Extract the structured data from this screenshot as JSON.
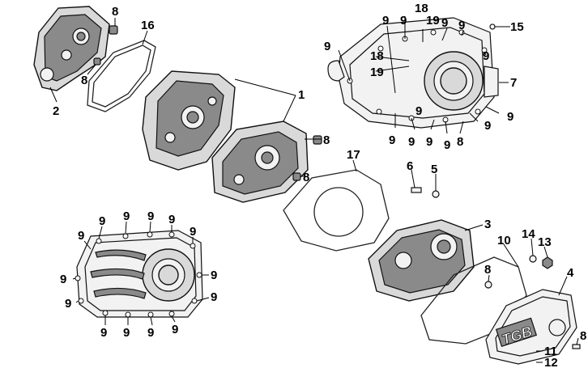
{
  "callouts": {
    "c8_top": "8",
    "c16": "16",
    "c8_left": "8",
    "c2": "2",
    "c1": "1",
    "c8_mid": "8",
    "c8_crank": "8",
    "c17": "17",
    "c9_a": "9",
    "c18_a": "18",
    "c19_a": "19",
    "c9_b": "9",
    "c9_c": "9",
    "c15": "15",
    "c9_d": "9",
    "c18_b": "18",
    "c19_b": "19",
    "c9_e": "9",
    "c7": "7",
    "c9_f": "9",
    "c9_g": "9",
    "c9_h": "9",
    "c9_i": "9",
    "c9_j": "9",
    "c9_k": "9",
    "c8_right": "8",
    "c6": "6",
    "c5": "5",
    "c3": "3",
    "c14": "14",
    "c13": "13",
    "c10": "10",
    "c4": "4",
    "c8_cvt": "8",
    "c8_inner": "8",
    "c11": "11",
    "c12": "12",
    "lc9_1": "9",
    "lc9_2": "9",
    "lc9_3": "9",
    "lc9_4": "9",
    "lc9_5": "9",
    "lc9_6": "9",
    "lc9_7": "9",
    "lc9_8": "9",
    "lc9_9": "9",
    "lc9_10": "9",
    "lc9_11": "9",
    "lc9_12": "9",
    "lc9_13": "9"
  },
  "badge": "TGB"
}
